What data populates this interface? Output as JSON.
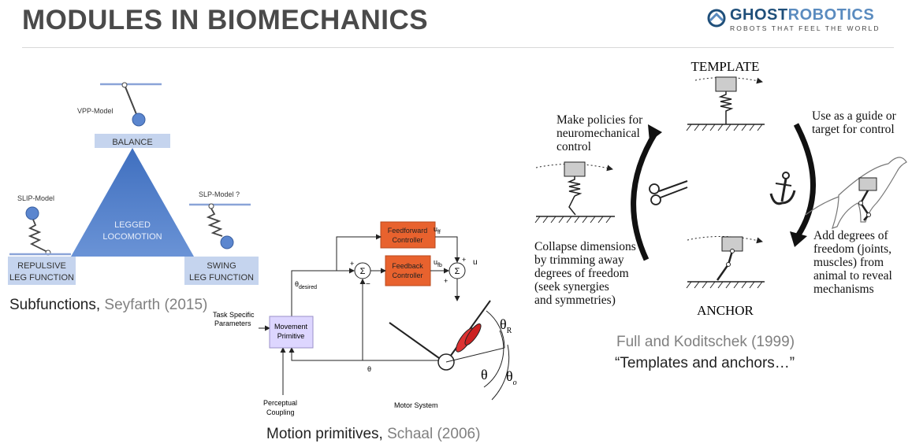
{
  "title": "MODULES IN BIOMECHANICS",
  "logo": {
    "name_part1": "GHOST",
    "name_part2": "ROBOTICS",
    "tagline": "ROBOTS THAT FEEL THE WORLD",
    "color_dark": "#1f4f7a",
    "color_light": "#5a8bbf"
  },
  "left_diagram": {
    "vpp_label": "VPP-Model",
    "balance": "BALANCE",
    "center_line1": "LEGGED",
    "center_line2": "LOCOMOTION",
    "slip_label": "SLIP-Model",
    "slp_label": "SLP-Model ?",
    "repulsive_line1": "REPULSIVE",
    "repulsive_line2": "LEG FUNCTION",
    "swing_line1": "SWING",
    "swing_line2": "LEG FUNCTION",
    "triangle_color": "#4a78c0",
    "caption_main": "Subfunctions",
    "caption_sep": ", ",
    "caption_cite": "Seyfarth (2015)"
  },
  "middle_diagram": {
    "feedforward_line1": "Feedforward",
    "feedforward_line2": "Controller",
    "feedback_line1": "Feedback",
    "feedback_line2": "Controller",
    "movement_line1": "Movement",
    "movement_line2": "Primitive",
    "task_line1": "Task Specific",
    "task_line2": "Parameters",
    "perceptual_line1": "Perceptual",
    "perceptual_line2": "Coupling",
    "theta": "θ",
    "theta_desired_main": "θ",
    "theta_desired_sub": "desired",
    "u_ff_main": "u",
    "u_ff_sub": "ff",
    "u_fb_main": "u",
    "u_fb_sub": "fb",
    "u": "u",
    "sigma": "Σ",
    "plus": "+",
    "minus": "−",
    "theta_r_main": "θ",
    "theta_r_sub": "R",
    "theta_o_main": "θ",
    "theta_o_sub": "o",
    "motor_system": "Motor System",
    "orange": "#e8622e",
    "purple": "#ddd6ff",
    "caption_main": "Motion primitives",
    "caption_sep": ", ",
    "caption_cite": "Schaal (2006)"
  },
  "right_diagram": {
    "template": "TEMPLATE",
    "anchor": "ANCHOR",
    "make_line1": "Make policies for",
    "make_line2": "neuromechanical",
    "make_line3": "control",
    "use_line1": "Use as a guide or",
    "use_line2": "target for control",
    "collapse_line1": "Collapse dimensions",
    "collapse_line2": "by trimming away",
    "collapse_line3": "degrees of freedom",
    "collapse_line4": "(seek synergies",
    "collapse_line5": "and symmetries)",
    "add_line1": "Add degrees of",
    "add_line2": "freedom (joints,",
    "add_line3": "muscles) from",
    "add_line4": "animal to reveal",
    "add_line5": "mechanisms",
    "caption_cite": "Full and Koditschek (1999)",
    "caption_quote": "“Templates and anchors…”"
  }
}
